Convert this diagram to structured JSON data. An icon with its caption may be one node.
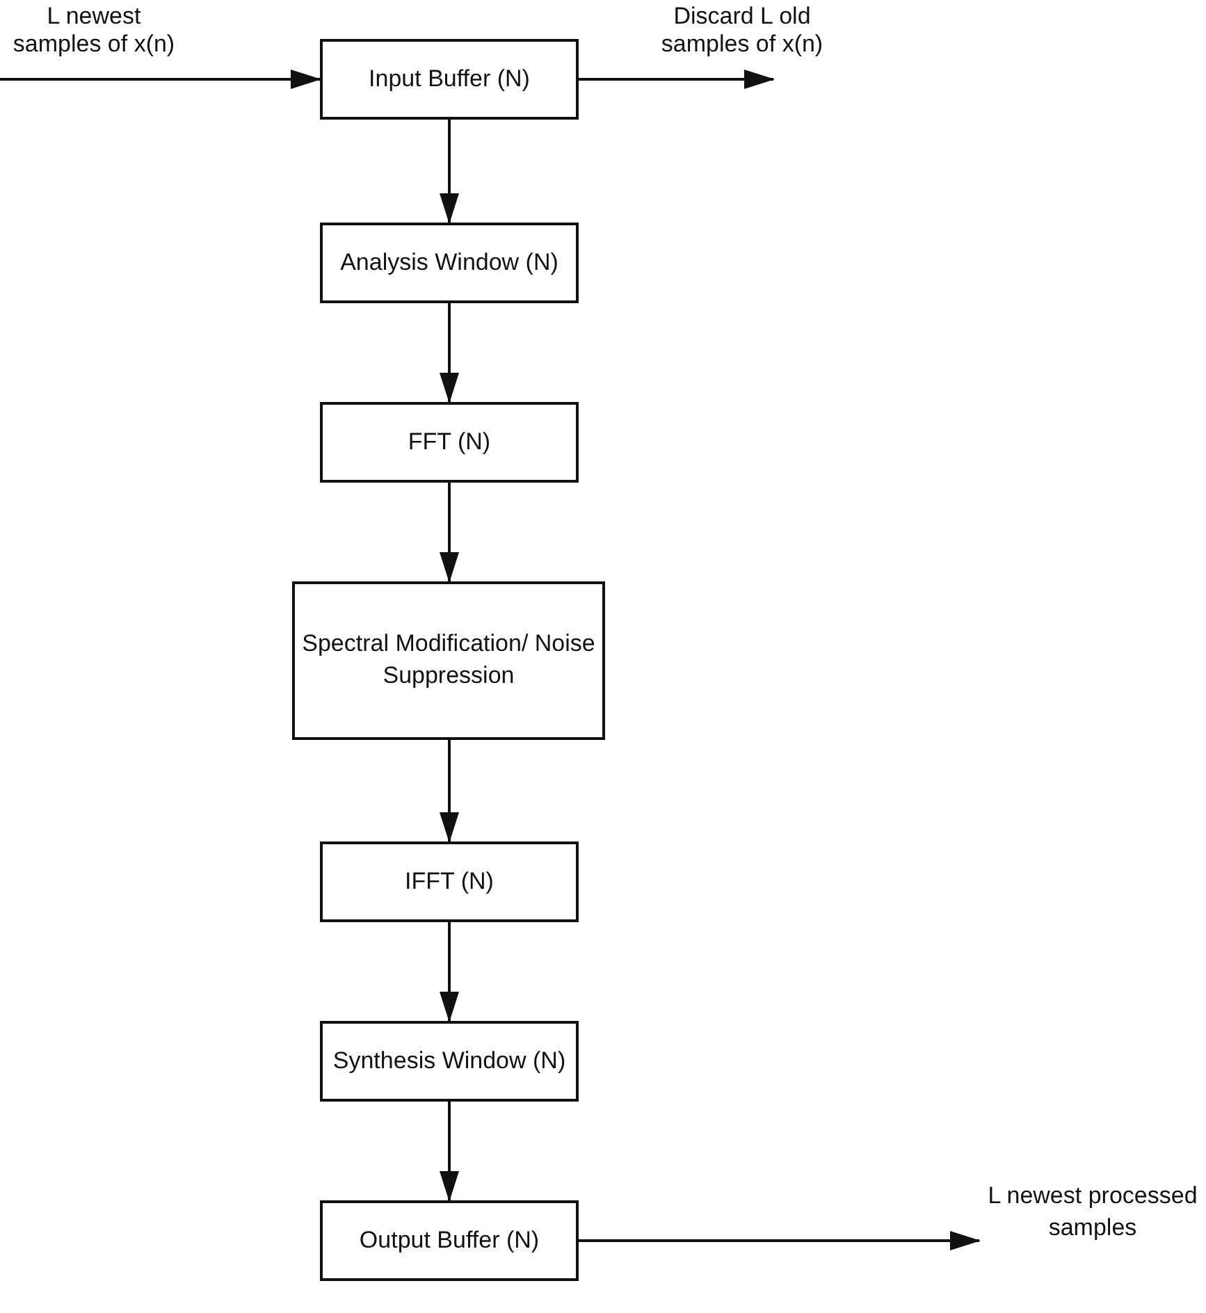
{
  "diagram": {
    "nodes": [
      {
        "text": [
          "Input Buffer (N)"
        ]
      },
      {
        "text": [
          "Analysis Window (N)"
        ]
      },
      {
        "text": [
          "FFT (N)"
        ]
      },
      {
        "text": [
          "Spectral Modification/ Noise Suppression"
        ]
      },
      {
        "text": [
          "IFFT (N)"
        ]
      },
      {
        "text": [
          "Synthesis Window (N)"
        ]
      },
      {
        "text": [
          "Output Buffer (N)"
        ]
      },
      {
        "text": [
          "L newest processed samples"
        ]
      }
    ],
    "edges": [
      {
        "from": null,
        "to": 0,
        "arrow": "to",
        "label": "L newest samples of x(n)"
      },
      {
        "from": 0,
        "to": null,
        "arrow": "to",
        "label": "Discard L old samples of x(n)"
      },
      {
        "from": 0,
        "to": 1,
        "arrow": "to"
      },
      {
        "from": 1,
        "to": 2,
        "arrow": "to"
      },
      {
        "from": 2,
        "to": 3,
        "arrow": "to"
      },
      {
        "from": 3,
        "to": 4,
        "arrow": "to"
      },
      {
        "from": 4,
        "to": 5,
        "arrow": "to"
      },
      {
        "from": 5,
        "to": 6,
        "arrow": "to"
      },
      {
        "from": 6,
        "to": 7,
        "arrow": "to"
      }
    ]
  }
}
